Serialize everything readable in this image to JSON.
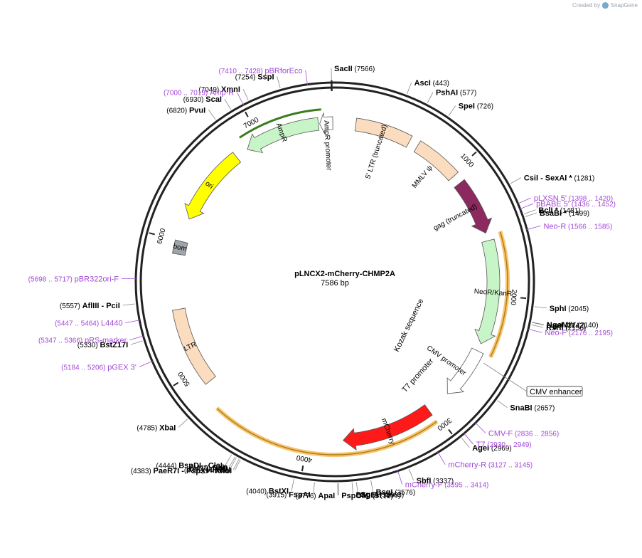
{
  "credit": {
    "prefix": "Created by",
    "brand": "SnapGene"
  },
  "plasmid": {
    "name": "pLNCX2-mCherry-CHMP2A",
    "length_label": "7586 bp",
    "length": 7586
  },
  "colors": {
    "primer": "#a349d6",
    "backbone": "#222222",
    "orange": "#f7a823"
  },
  "ring_ticks": [
    {
      "label": "1000",
      "pos": 1000
    },
    {
      "label": "2000",
      "pos": 2000
    },
    {
      "label": "3000",
      "pos": 3000
    },
    {
      "label": "4000",
      "pos": 4000
    },
    {
      "label": "5000",
      "pos": 5000
    },
    {
      "label": "6000",
      "pos": 6000
    },
    {
      "label": "7000",
      "pos": 7000
    }
  ],
  "features": [
    {
      "name": "5' LTR (truncated)",
      "start": 160,
      "end": 590,
      "color": "#fbdcbe",
      "type": "block"
    },
    {
      "name": "MMLV ψ",
      "start": 660,
      "end": 1020,
      "color": "#fbdcbe",
      "type": "block"
    },
    {
      "name": "gag (truncated)",
      "start": 1090,
      "end": 1520,
      "color": "#8c2a5f",
      "type": "arrow",
      "dir": 1
    },
    {
      "name": "NeoR/KanR",
      "start": 1580,
      "end": 2380,
      "color": "#c8f5c8",
      "type": "arrow",
      "dir": 1
    },
    {
      "name": "CMV promoter",
      "start": 2440,
      "end": 2840,
      "color": "#ffffff",
      "type": "arrow",
      "dir": 1
    },
    {
      "name": "mCherry",
      "start": 3030,
      "end": 3730,
      "color": "#ff1a1a",
      "type": "arrow",
      "dir": 1
    },
    {
      "name": "LTR",
      "start": 4880,
      "end": 5480,
      "color": "#fbdcbe",
      "type": "block"
    },
    {
      "name": "bom",
      "start": 5900,
      "end": 6000,
      "color": "#a0a4ab",
      "type": "block"
    },
    {
      "name": "ori",
      "start": 6180,
      "end": 6780,
      "color": "#ffff00",
      "type": "arrow",
      "dir": -1
    },
    {
      "name": "AmpR",
      "start": 6880,
      "end": 7460,
      "color": "#c8f5c8",
      "type": "arrow",
      "dir": -1
    },
    {
      "name": "AmpR promoter",
      "start": 7470,
      "end": 7570,
      "color": "#ffffff",
      "type": "arrow",
      "dir": -1
    }
  ],
  "orange_arcs": [
    {
      "start": 1540,
      "end": 2440
    },
    {
      "start": 3030,
      "end": 4700
    }
  ],
  "green_arcs": [
    {
      "start": 6880,
      "end": 7490
    }
  ],
  "labels": {
    "left": [
      {
        "enzyme": "PvuI",
        "pos": "(6820)",
        "site": 6820
      },
      {
        "enzyme": "ScaI",
        "pos": "(6930)",
        "site": 6930
      },
      {
        "enzyme": "XmnI",
        "pos": "(7049)",
        "site": 7049
      },
      {
        "enzyme": "SspI",
        "pos": "(7254)",
        "site": 7254
      },
      {
        "enzyme": "AflIII  - PciI",
        "pos": "(5557)",
        "site": 5557
      },
      {
        "enzyme": "BstZ17I",
        "pos": "(5330)",
        "site": 5330
      },
      {
        "enzyme": "XbaI",
        "pos": "(4785)",
        "site": 4785
      },
      {
        "enzyme": "BspDI  - ClaI",
        "pos": "(4444)",
        "site": 4444
      },
      {
        "enzyme": "SalI",
        "pos": "(4419)",
        "site": 4419
      },
      {
        "enzyme": "NotI",
        "pos": "(4410)",
        "site": 4410
      },
      {
        "enzyme": "HindIII",
        "pos": "(4392)",
        "site": 4392
      },
      {
        "enzyme": "PaeR7I  - PspXI  - XhoI",
        "pos": "(4383)",
        "site": 4383
      },
      {
        "enzyme": "BstXI",
        "pos": "(4040)",
        "site": 4040
      },
      {
        "enzyme": "FspAI",
        "pos": "(3915)",
        "site": 3915
      },
      {
        "enzyme": "ApaI",
        "pos": "(3776)",
        "site": 3776
      }
    ],
    "right": [
      {
        "enzyme": "SacII",
        "pos": "(7566)",
        "site": 7566
      },
      {
        "enzyme": "AscI",
        "pos": "(443)",
        "site": 443
      },
      {
        "enzyme": "PshAI",
        "pos": "(577)",
        "site": 577
      },
      {
        "enzyme": "SpeI",
        "pos": "(726)",
        "site": 726
      },
      {
        "enzyme": "CsiI  - SexAI *",
        "pos": "(1281)",
        "site": 1281
      },
      {
        "enzyme": "BclI *",
        "pos": "(1481)",
        "site": 1481
      },
      {
        "enzyme": "BsaBI *",
        "pos": "(1499)",
        "site": 1499
      },
      {
        "enzyme": "SphI",
        "pos": "(2045)",
        "site": 2045
      },
      {
        "enzyme": "NgoMIV",
        "pos": "(2140)",
        "site": 2140
      },
      {
        "enzyme": "NaeI",
        "pos": "(2142)",
        "site": 2142
      },
      {
        "enzyme": "RsrII",
        "pos": "(2156)",
        "site": 2156
      },
      {
        "enzyme": "SnaBI",
        "pos": "(2657)",
        "site": 2657
      },
      {
        "enzyme": "AgeI",
        "pos": "(2969)",
        "site": 2969
      },
      {
        "enzyme": "SbfI",
        "pos": "(3337)",
        "site": 3337
      },
      {
        "enzyme": "BsgI",
        "pos": "(3576)",
        "site": 3576
      },
      {
        "enzyme": "SgrAI",
        "pos": "(3663)",
        "site": 3663
      },
      {
        "enzyme": "BspEI",
        "pos": "(3690)",
        "site": 3690
      },
      {
        "enzyme": "PspOMI",
        "pos": "(3772)",
        "site": 3772
      }
    ],
    "primers": [
      {
        "name": "pBRforEco",
        "range": "(7410 .. 7428)",
        "site": 7419
      },
      {
        "name": "Amp-R",
        "range": "(7000 .. 7019)",
        "site": 7010
      },
      {
        "name": "pBR322ori-F",
        "range": "(5698 .. 5717)",
        "site": 5708
      },
      {
        "name": "L4440",
        "range": "(5447 .. 5464)",
        "site": 5456
      },
      {
        "name": "pRS-marker",
        "range": "(5347 .. 5366)",
        "site": 5357
      },
      {
        "name": "pGEX 3'",
        "range": "(5184 .. 5206)",
        "site": 5195
      },
      {
        "name": "pLXSN 5'",
        "range": "(1398 .. 1420)",
        "site": 1409
      },
      {
        "name": "pBABE 5'",
        "range": "(1436 .. 1452)",
        "site": 1444
      },
      {
        "name": "Neo-R",
        "range": "(1566 .. 1585)",
        "site": 1576
      },
      {
        "name": "Neo-F",
        "range": "(2176 .. 2195)",
        "site": 2186
      },
      {
        "name": "CMV-F",
        "range": "(2836 .. 2856)",
        "site": 2846
      },
      {
        "name": "T7",
        "range": "(2930 .. 2949)",
        "site": 2940
      },
      {
        "name": "mCherry-R",
        "range": "(3127 .. 3145)",
        "site": 3136
      },
      {
        "name": "mCherry-F",
        "range": "(3395 .. 3414)",
        "site": 3405
      }
    ],
    "inner": [
      {
        "text": "Kozak sequence"
      },
      {
        "text": "T7 promoter"
      }
    ],
    "boxed": {
      "text": "CMV enhancer"
    }
  }
}
